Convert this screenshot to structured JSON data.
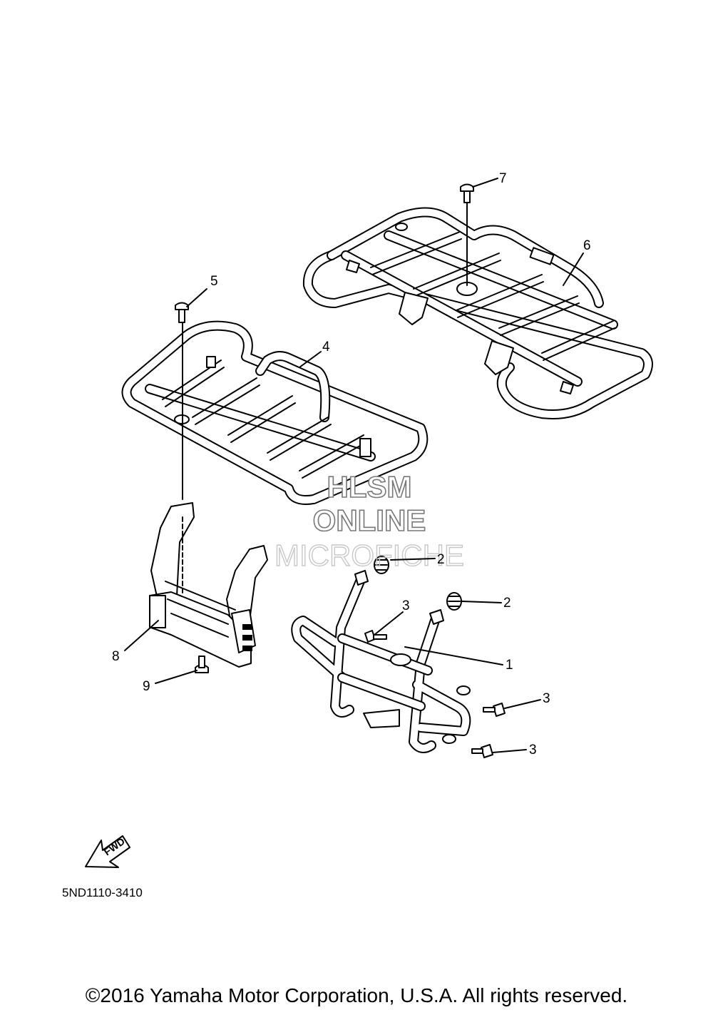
{
  "diagram_code": "5ND1110-3410",
  "fwd_label": "FWD",
  "watermark": [
    "HLSM",
    "ONLINE",
    "MICROFICHE"
  ],
  "copyright": "©2016 Yamaha Motor Corporation, U.S.A. All rights reserved.",
  "callouts": [
    "7",
    "6",
    "5",
    "4",
    "2",
    "2",
    "3",
    "1",
    "3",
    "3",
    "8",
    "9"
  ]
}
